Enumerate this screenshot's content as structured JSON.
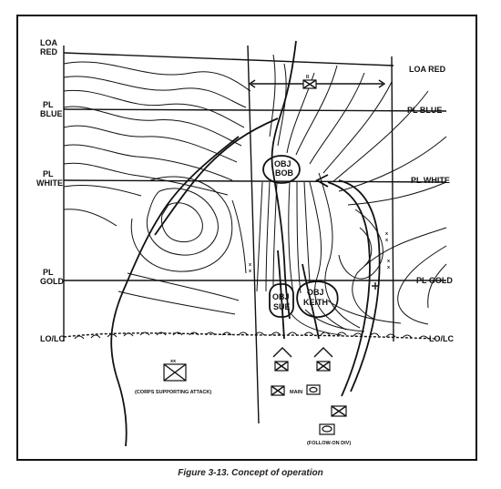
{
  "labels": {
    "loa_red_left_1": "LOA",
    "loa_red_left_2": "RED",
    "loa_red_right": "LOA RED",
    "pl_blue_left_1": "PL",
    "pl_blue_left_2": "BLUE",
    "pl_blue_right": "PL BLUE",
    "pl_white_left_1": "PL",
    "pl_white_left_2": "WHITE",
    "pl_white_right": "PL WHITE",
    "pl_gold_left_1": "PL",
    "pl_gold_left_2": "GOLD",
    "pl_gold_right": "PL GOLD",
    "lo_lc_left": "LO/LC",
    "lo_lc_right": "LO/LC",
    "obj_bob_1": "OBJ",
    "obj_bob_2": "BOB",
    "obj_sue_1": "OBJ",
    "obj_sue_2": "SUE",
    "obj_keith_1": "OBJ",
    "obj_keith_2": "KEITH",
    "corps_supporting_attack": "(CORPS SUPPORTING ATTACK)",
    "main": "MAIN",
    "follow_on_div": "(FOLLOW-ON DIV)",
    "xx": "xx",
    "ii": "II",
    "caption": "Figure 3-13. Concept of operation"
  }
}
